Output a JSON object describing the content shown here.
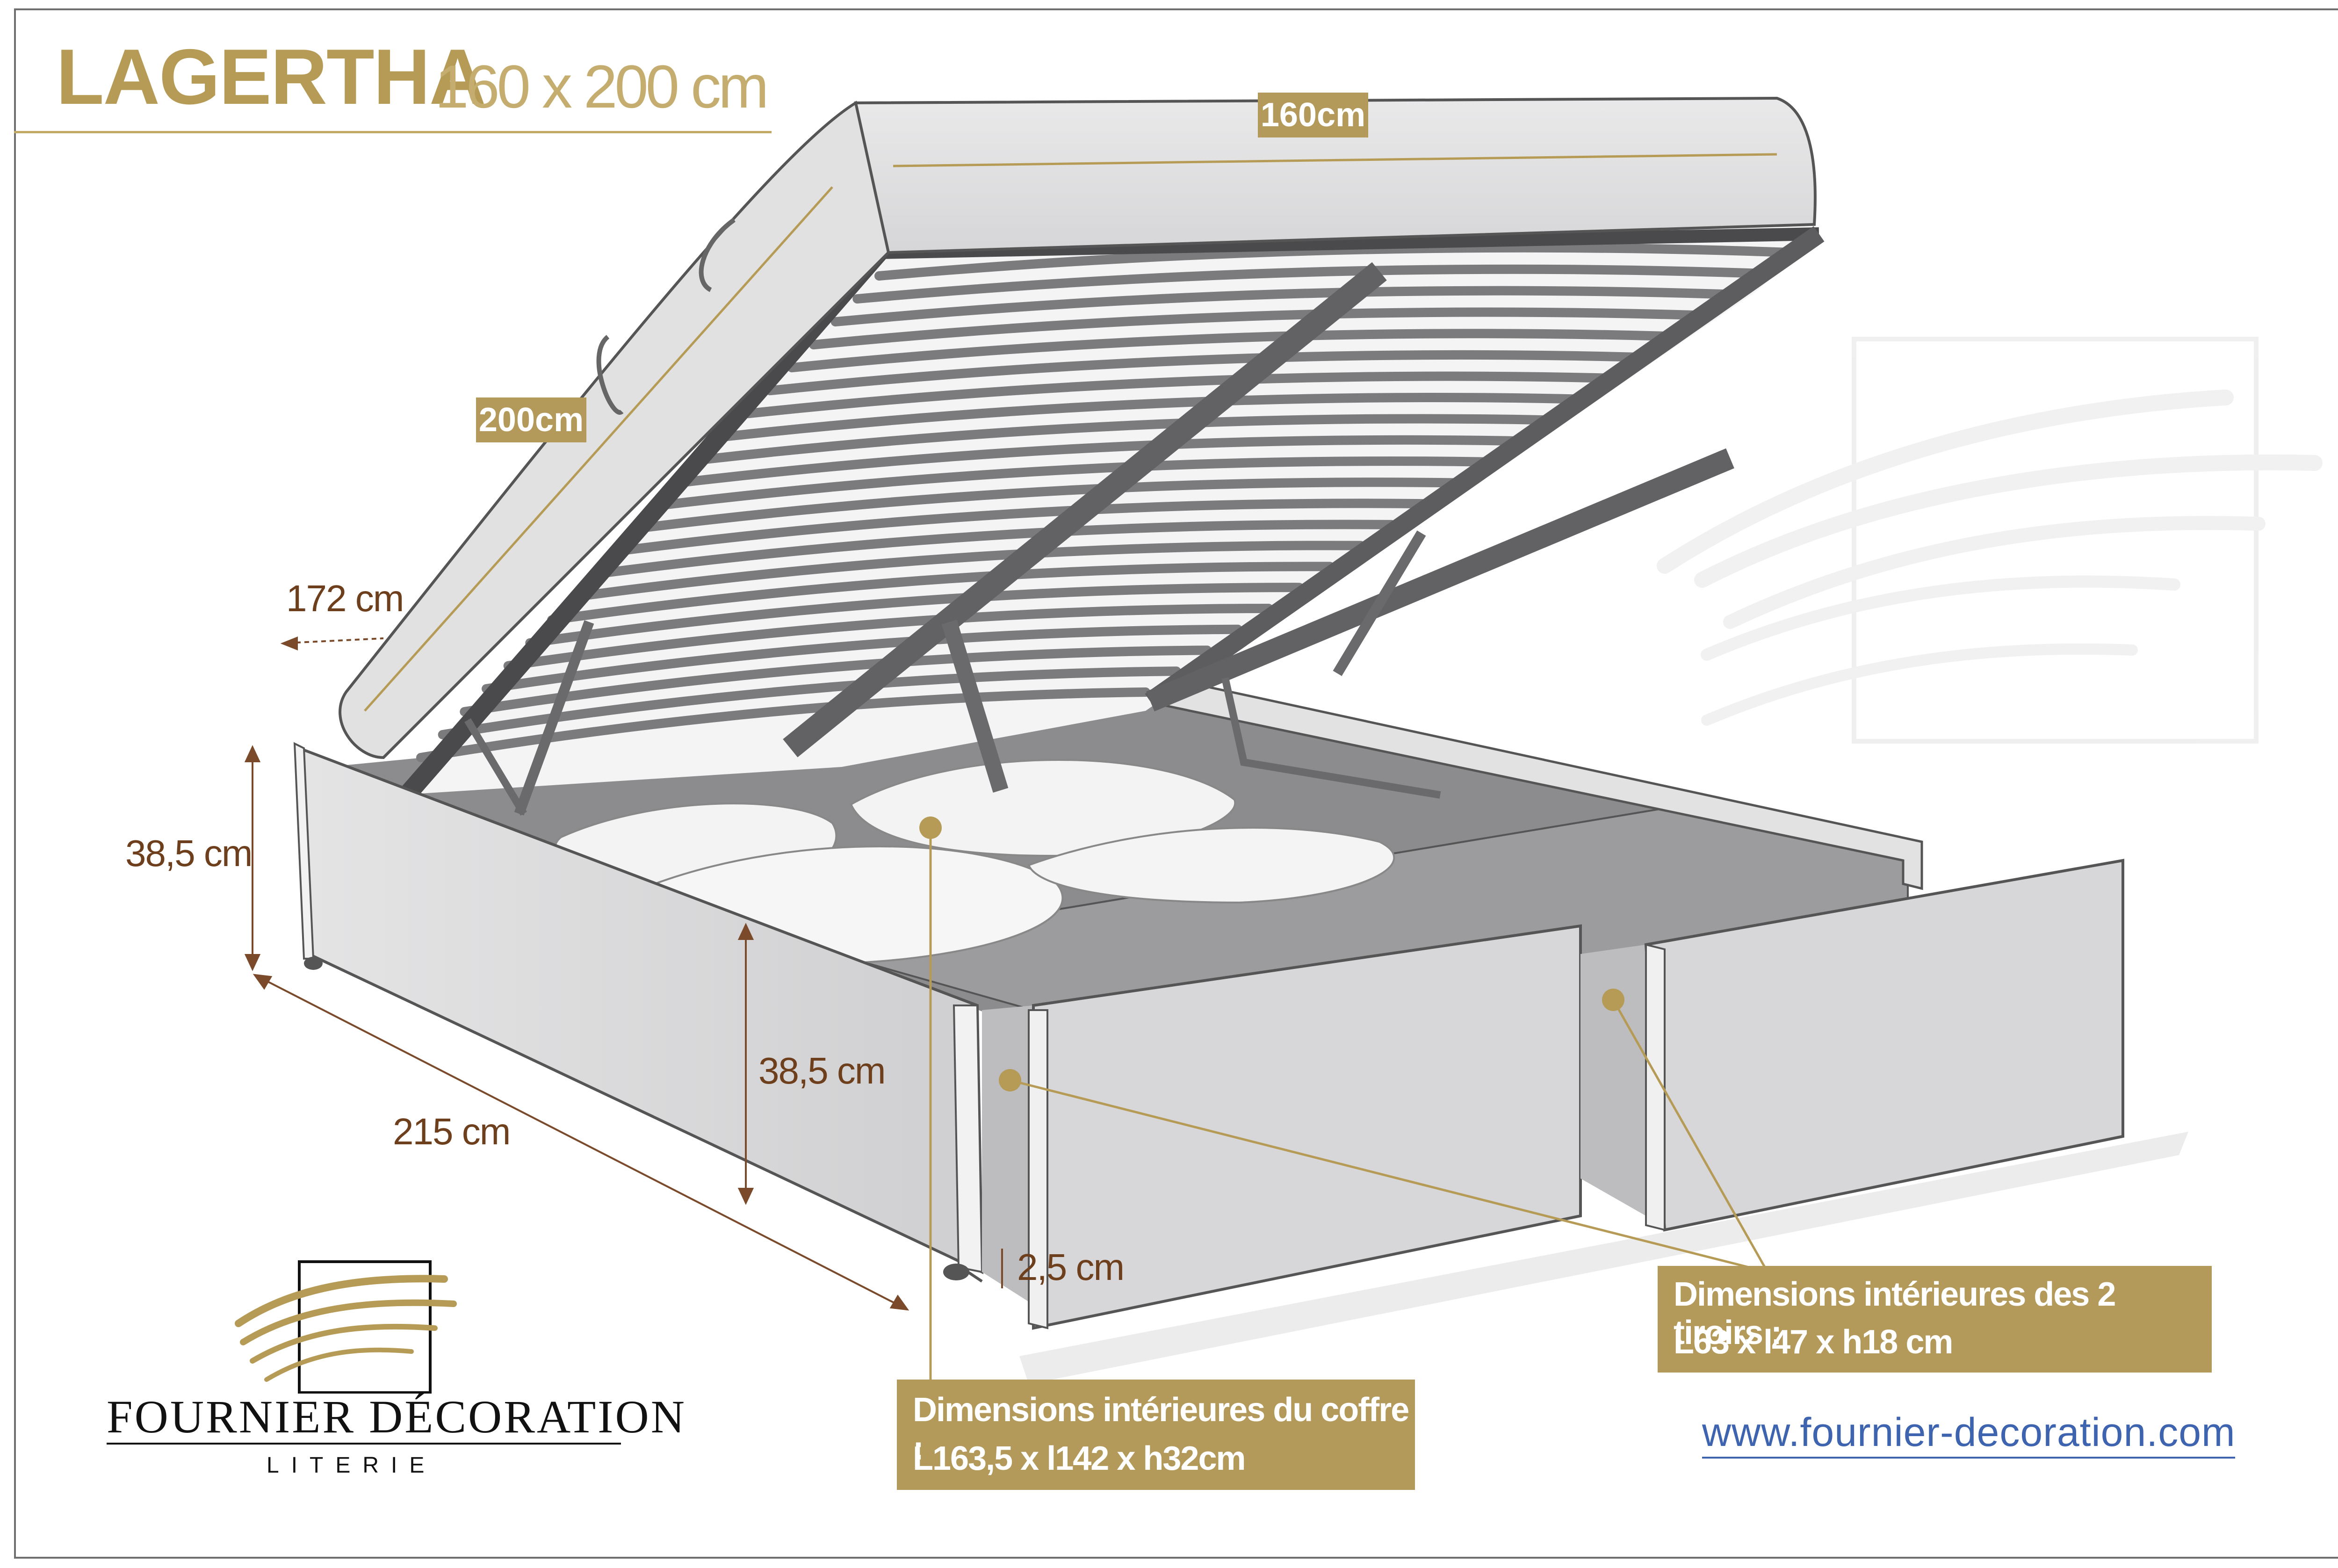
{
  "title": "LAGERTHA",
  "subtitle": "160 x 200 cm",
  "dimensions": {
    "width_top": "160cm",
    "length_top": "200cm",
    "opening_width": "172 cm",
    "height_left": "38,5 cm",
    "height_front": "38,5 cm",
    "length_side": "215 cm",
    "foot_height": "2,5 cm"
  },
  "storage_box": {
    "heading": "Dimensions intérieures du coffre :",
    "value": "L163,5 x l142 x h32cm"
  },
  "drawers": {
    "heading": "Dimensions intérieures des 2 tiroirs :",
    "value": "L63 x l47 x h18 cm"
  },
  "brand": {
    "name": "Fournier décoration",
    "name_display": "FOURNIER DÉCORATION",
    "sub": "LITERIE"
  },
  "website": "www.fournier-decoration.com",
  "colors": {
    "gold": "#b39a5a",
    "brown_text": "#6e3f1c",
    "link_blue": "#3e64b0",
    "frame_grey": "#6f6f6f"
  }
}
